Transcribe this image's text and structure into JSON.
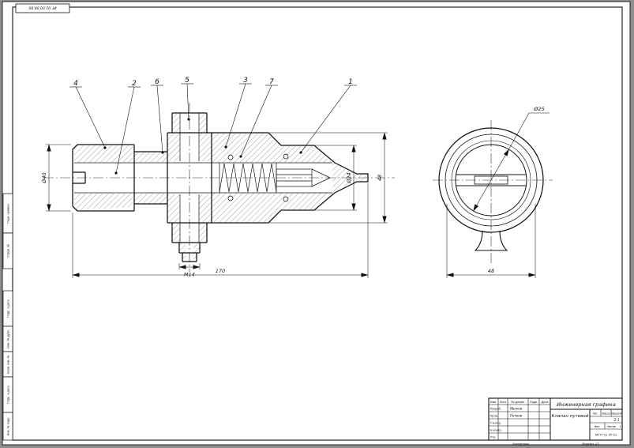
{
  "sheet": {
    "corner_stamp": "ИГ.02.00.00.00",
    "side_columns": [
      "Перв. примен.",
      "Справ. №",
      "Подп. и дата",
      "Инв. № дубл.",
      "Взам. инв. №",
      "Подп. и дата",
      "Инв. № подл."
    ],
    "footer": {
      "copied": "Копировал",
      "format": "Формат А3"
    }
  },
  "drawing": {
    "callouts": [
      "4",
      "2",
      "6",
      "5",
      "3",
      "7",
      "1"
    ],
    "dims": {
      "left_dia": "Ø40",
      "right_dia": "Ø24",
      "right_width": "48",
      "length": "170",
      "thread": "М14",
      "circle_dia": "Ø25",
      "circle_width": "48"
    }
  },
  "title_block": {
    "discipline": "Инженерная графика",
    "part_name": "Клапан путевой",
    "columns": [
      "Изм.",
      "Лист",
      "№ докум.",
      "Подп.",
      "Дата"
    ],
    "rows": [
      {
        "label": "Разраб.",
        "value": "Иванов"
      },
      {
        "label": "Пров.",
        "value": "Петров"
      },
      {
        "label": "Т.контр.",
        "value": ""
      },
      {
        "label": "Н.контр.",
        "value": ""
      },
      {
        "label": "Утв.",
        "value": ""
      }
    ],
    "lit": "Лит.",
    "mass": "Масса",
    "scale": "Масштаб",
    "scale_value": "2:1",
    "sheet": "Лист",
    "sheets": "Листов",
    "sheets_value": "1",
    "org": "МГТУ  Гр. ИГ-21"
  }
}
